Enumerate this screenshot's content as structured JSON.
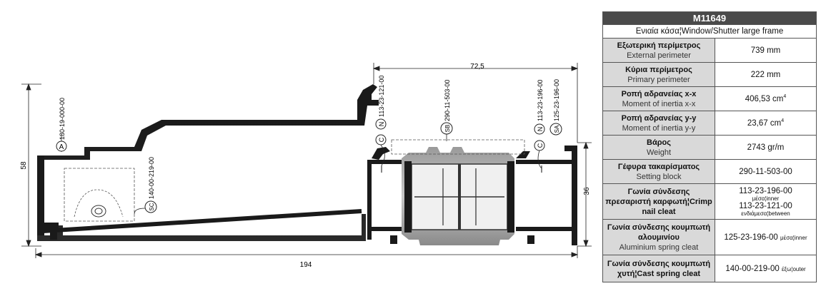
{
  "drawing": {
    "dimensions": {
      "overall_width": "194",
      "overall_height": "58",
      "sash_width": "72,5",
      "sash_height": "36"
    },
    "markers": [
      {
        "letter": "A",
        "code": "180-19-000-00"
      },
      {
        "letter": "C",
        "code": ""
      },
      {
        "letter": "N",
        "code": "113-23-121-00"
      },
      {
        "letter": "SB",
        "code": "290-11-503-00"
      },
      {
        "letter": "C",
        "code": ""
      },
      {
        "letter": "N",
        "code": "113-23-196-00"
      },
      {
        "letter": "SA",
        "code": "125-23-196-00"
      },
      {
        "letter": "SC",
        "code": "140-00-219-00"
      }
    ]
  },
  "spec": {
    "code": "M11649",
    "subtitle": "Ενιαία κάσα¦Window/Shutter large frame",
    "rows": [
      {
        "gr": "Εξωτερική περίμετρος",
        "en": "External perimeter",
        "value": "739 mm"
      },
      {
        "gr": "Κύρια περίμετρος",
        "en": "Primary perimeter",
        "value": "222 mm"
      },
      {
        "gr": "Ροπή αδρανείας x-x",
        "en": "Moment of inertia x-x",
        "value": "406,53 cm",
        "sup": "4"
      },
      {
        "gr": "Ροπή αδρανείας y-y",
        "en": "Moment of inertia y-y",
        "value": "23,67 cm",
        "sup": "4"
      },
      {
        "gr": "Βάρος",
        "en": "Weight",
        "value": "2743 gr/m"
      },
      {
        "gr": "Γέφυρα τακαρίσματος",
        "en": "Setting block",
        "value": "290-11-503-00"
      }
    ],
    "crimp": {
      "label": "Γωνία σύνδεσης πρεσαριστή καρφωτή¦Crimp nail cleat",
      "v1": "113-23-196-00",
      "n1": "μέσα¦inner",
      "v2": "113-23-121-00",
      "n2": "ενδιάμεσα¦between"
    },
    "alu": {
      "gr": "Γωνία σύνδεσης κουμπωτή αλουμινίου",
      "en": "Aluminium spring cleat",
      "value": "125-23-196-00",
      "note": "μέσα¦inner"
    },
    "cast": {
      "label": "Γωνία σύνδεσης κουμπωτή χυτή¦Cast spring cleat",
      "value": "140-00-219-00",
      "note": "έξω¦outer"
    }
  }
}
